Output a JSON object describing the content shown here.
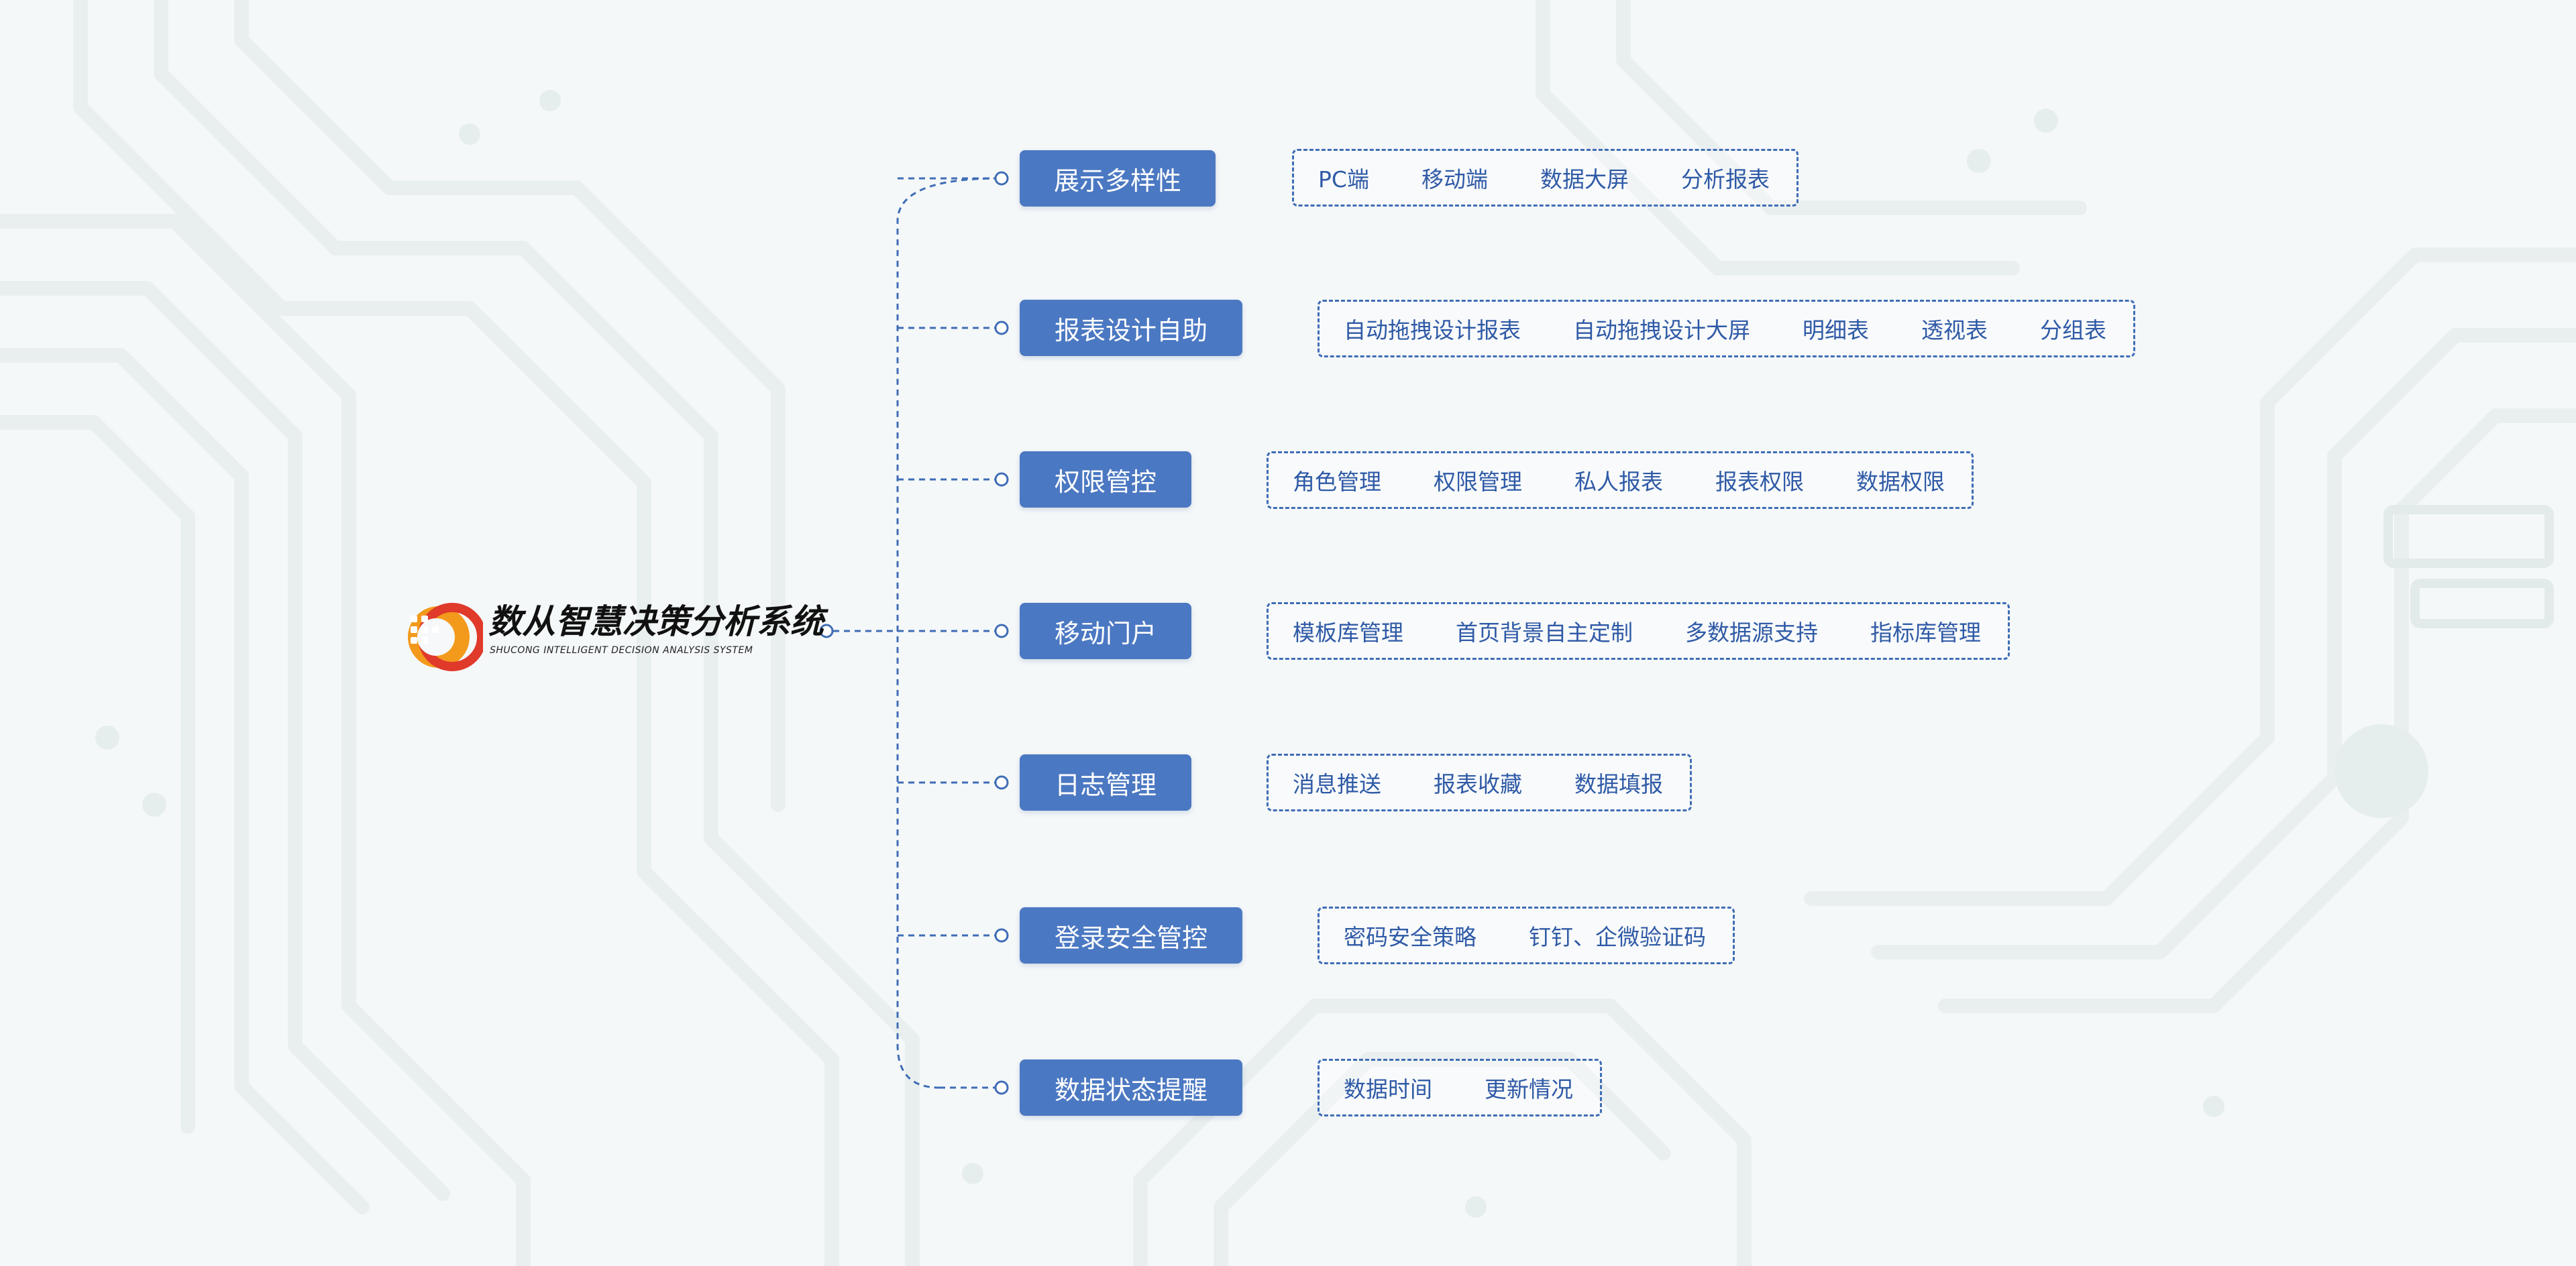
{
  "logo": {
    "title": "数从智慧决策分析系统",
    "subtitle": "SHUCONG INTELLIGENT DECISION ANALYSIS SYSTEM"
  },
  "colors": {
    "branch_fill": "#4b78c2",
    "leaf_border": "#3f6db6",
    "leaf_text": "#2f5aa6",
    "connector": "#3f6db6",
    "logo_orange": "#f39a1c",
    "logo_red": "#e03a2a"
  },
  "branches": [
    {
      "label": "展示多样性",
      "items": [
        "PC端",
        "移动端",
        "数据大屏",
        "分析报表"
      ]
    },
    {
      "label": "报表设计自助",
      "items": [
        "自动拖拽设计报表",
        "自动拖拽设计大屏",
        "明细表",
        "透视表",
        "分组表"
      ]
    },
    {
      "label": "权限管控",
      "items": [
        "角色管理",
        "权限管理",
        "私人报表",
        "报表权限",
        "数据权限"
      ]
    },
    {
      "label": "移动门户",
      "items": [
        "模板库管理",
        "首页背景自主定制",
        "多数据源支持",
        "指标库管理"
      ]
    },
    {
      "label": "日志管理",
      "items": [
        "消息推送",
        "报表收藏",
        "数据填报"
      ]
    },
    {
      "label": "登录安全管控",
      "items": [
        "密码安全策略",
        "钉钉、企微验证码"
      ]
    },
    {
      "label": "数据状态提醒",
      "items": [
        "数据时间",
        "更新情况"
      ]
    }
  ]
}
